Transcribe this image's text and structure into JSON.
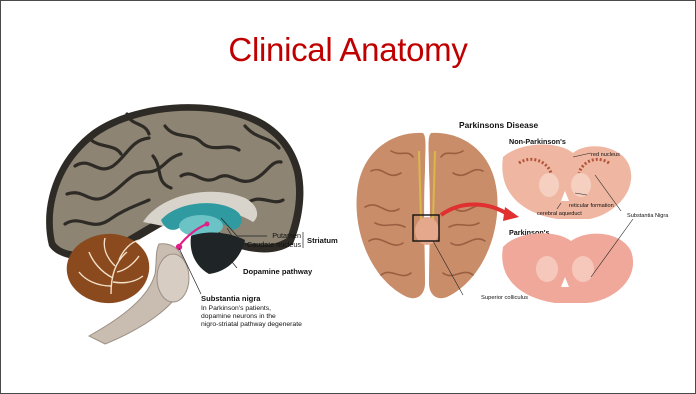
{
  "slide": {
    "title": "Clinical Anatomy"
  },
  "left_figure": {
    "labels": {
      "putamen": "Putamen",
      "caudate": "Caudate nucleus",
      "striatum": "Striatum",
      "dopamine": "Dopamine pathway",
      "substantia_title": "Substantia nigra",
      "substantia_line1": "In Parkinson's patients,",
      "substantia_line2": "dopamine neurons in the",
      "substantia_line3": "nigro-striatal pathway degenerate"
    }
  },
  "right_figure": {
    "labels": {
      "title": "Parkinsons Disease",
      "non_parkinsons": "Non-Parkinson's",
      "parkinsons": "Parkinson's",
      "red_nucleus": "red nucleus",
      "reticular": "reticular formation",
      "aqueduct": "cerebral aqueduct",
      "substantia_nigra": "Substantia Nigra",
      "superior_colliculus": "Superior colliculus"
    }
  },
  "colors": {
    "title": "#c00000",
    "cortex": "#8d8473",
    "cortex_dark": "#2e2b26",
    "cerebellum": "#8a4a1e",
    "brainstem": "#c9bcb0",
    "ventricle": "#2f9aa0",
    "ventral_brain": "#c98d6a",
    "midbrain_section": "#efb7a2"
  }
}
